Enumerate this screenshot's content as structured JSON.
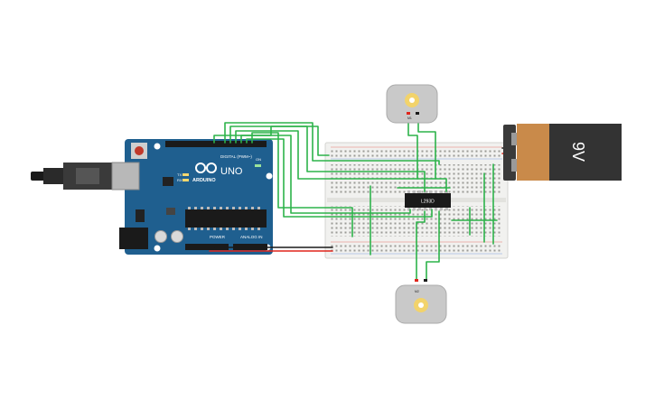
{
  "components": {
    "arduino": {
      "brand": "ARDUINO",
      "model": "UNO",
      "digital_label": "DIGITAL (PWM~)",
      "power_label": "POWER",
      "analog_label": "ANALOG IN",
      "tx_label": "TX",
      "rx_label": "RX",
      "on_label": "ON"
    },
    "motor_driver_ic": {
      "label": "L293D"
    },
    "battery": {
      "label": "9V"
    },
    "motor_top": {
      "label": "M1"
    },
    "motor_bottom": {
      "label": "M2"
    }
  },
  "colors": {
    "arduino_board": "#1f5f8f",
    "wire_green": "#2db34a",
    "wire_red": "#e0251b",
    "wire_black": "#1a1a1a",
    "breadboard": "#f1f1ef",
    "battery_body": "#c98a4a",
    "battery_cap": "#333333",
    "motor_body": "#c9c9c9",
    "motor_shaft": "#f2d36b"
  }
}
